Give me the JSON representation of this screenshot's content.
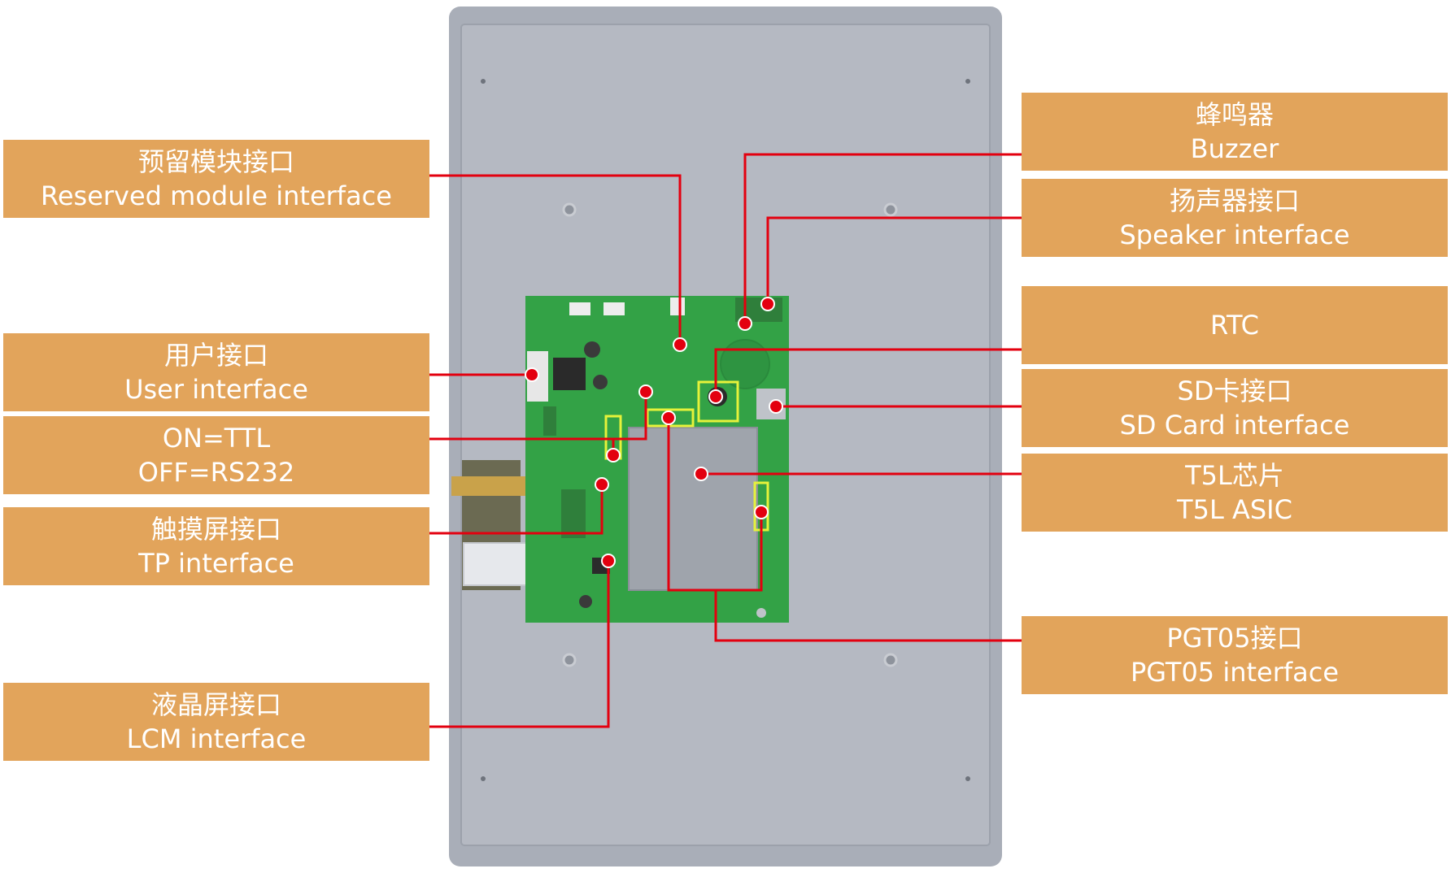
{
  "colors": {
    "label_bg": "#E2A45B",
    "label_text": "#FFFFFF",
    "leader_line": "#E3000F",
    "panel": "#A9AEB8",
    "pcb": "#33A246",
    "highlight": "#E6F23A"
  },
  "labels": {
    "reserved_module": {
      "zh": "预留模块接口",
      "en": "Reserved module interface"
    },
    "user_interface": {
      "zh": "用户接口",
      "en": "User interface"
    },
    "ttl_switch": {
      "zh": "ON=TTL",
      "en": "OFF=RS232"
    },
    "tp_interface": {
      "zh": "触摸屏接口",
      "en": "TP interface"
    },
    "lcm_interface": {
      "zh": "液晶屏接口",
      "en": "LCM interface"
    },
    "buzzer": {
      "zh": "蜂鸣器",
      "en": "Buzzer"
    },
    "speaker": {
      "zh": "扬声器接口",
      "en": "Speaker interface"
    },
    "rtc": {
      "en": "RTC"
    },
    "sd_card": {
      "zh": "SD卡接口",
      "en": "SD Card interface"
    },
    "t5l_chip": {
      "zh": "T5L芯片",
      "en": "T5L ASIC"
    },
    "pgt05": {
      "zh": "PGT05接口",
      "en": "PGT05 interface"
    }
  }
}
